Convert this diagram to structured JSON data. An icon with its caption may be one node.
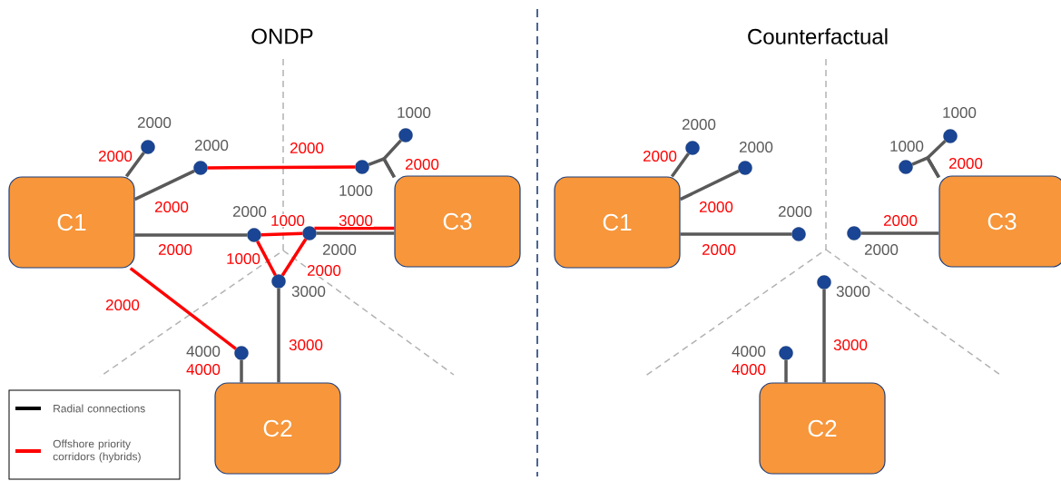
{
  "diagram": {
    "nodes": [
      {
        "text": [
          "C1"
        ]
      },
      {
        "text": [
          "C2"
        ]
      },
      {
        "text": [
          "C3"
        ]
      },
      {
        "text": [],
        "shape": "circle",
        "beside": [
          "2000"
        ]
      },
      {
        "text": [],
        "shape": "circle",
        "beside": [
          "2000"
        ]
      },
      {
        "text": [],
        "shape": "circle",
        "beside": [
          "1000"
        ]
      },
      {
        "text": [],
        "shape": "circle",
        "beside": [
          "1000"
        ]
      },
      {
        "text": [],
        "shape": "circle",
        "beside": [
          "2000"
        ]
      },
      {
        "text": [],
        "shape": "circle",
        "beside": [
          "2000"
        ]
      },
      {
        "text": [],
        "shape": "circle",
        "beside": [
          "3000"
        ]
      },
      {
        "text": [],
        "shape": "circle",
        "beside": [
          "4000"
        ]
      },
      {
        "text": [
          "C1"
        ]
      },
      {
        "text": [
          "C2"
        ]
      },
      {
        "text": [
          "C3"
        ]
      },
      {
        "text": [],
        "shape": "circle",
        "beside": [
          "2000"
        ]
      },
      {
        "text": [],
        "shape": "circle",
        "beside": [
          "2000"
        ]
      },
      {
        "text": [],
        "shape": "circle",
        "beside": [
          "2000"
        ]
      },
      {
        "text": [],
        "shape": "circle",
        "beside": [
          "1000"
        ]
      },
      {
        "text": [],
        "shape": "circle",
        "beside": [
          "1000"
        ]
      },
      {
        "text": [],
        "shape": "circle",
        "beside": [
          "2000"
        ]
      },
      {
        "text": [],
        "shape": "circle",
        "beside": [
          "3000"
        ]
      },
      {
        "text": [],
        "shape": "circle",
        "beside": [
          "4000"
        ]
      }
    ],
    "edges": [
      {
        "from": 0,
        "to": 3,
        "arrow": "none",
        "label": "2000"
      },
      {
        "from": 0,
        "to": 4,
        "arrow": "none",
        "label": "2000"
      },
      {
        "from": 4,
        "to": 5,
        "arrow": "none",
        "label": "2000",
        "color": "#ff0000"
      },
      {
        "from": 2,
        "to": 5,
        "arrow": "none"
      },
      {
        "from": 2,
        "to": 6,
        "arrow": "none",
        "label": "2000"
      },
      {
        "from": 0,
        "to": 7,
        "arrow": "none",
        "label": "2000"
      },
      {
        "from": 7,
        "to": 8,
        "arrow": "none",
        "label": "1000",
        "color": "#ff0000"
      },
      {
        "from": 8,
        "to": 2,
        "arrow": "none",
        "label": "3000",
        "color": "#ff0000"
      },
      {
        "from": 8,
        "to": 2,
        "arrow": "none"
      },
      {
        "from": 7,
        "to": 9,
        "arrow": "none",
        "label": "1000",
        "color": "#ff0000"
      },
      {
        "from": 8,
        "to": 9,
        "arrow": "none",
        "label": "2000",
        "color": "#ff0000"
      },
      {
        "from": 0,
        "to": 10,
        "arrow": "none",
        "label": "2000",
        "color": "#ff0000"
      },
      {
        "from": 10,
        "to": 1,
        "arrow": "none",
        "label": "4000"
      },
      {
        "from": 9,
        "to": 1,
        "arrow": "none",
        "label": "3000"
      },
      {
        "from": 11,
        "to": 14,
        "arrow": "none",
        "label": "2000"
      },
      {
        "from": 11,
        "to": 15,
        "arrow": "none",
        "label": "2000"
      },
      {
        "from": 11,
        "to": 16,
        "arrow": "none",
        "label": "2000"
      },
      {
        "from": 13,
        "to": 17,
        "arrow": "none"
      },
      {
        "from": 13,
        "to": 18,
        "arrow": "none",
        "label": "2000"
      },
      {
        "from": 19,
        "to": 13,
        "arrow": "none",
        "label": "2000"
      },
      {
        "from": 20,
        "to": 12,
        "arrow": "none",
        "label": "3000"
      },
      {
        "from": 21,
        "to": 12,
        "arrow": "none",
        "label": "4000"
      }
    ],
    "labels": [
      "ONDP",
      "Counterfactual"
    ],
    "legend": [
      {
        "text": "Radial connections",
        "color": "#000000"
      },
      {
        "text": "Offshore priority corridors (hybrids)",
        "color": "#ff0000"
      }
    ]
  }
}
